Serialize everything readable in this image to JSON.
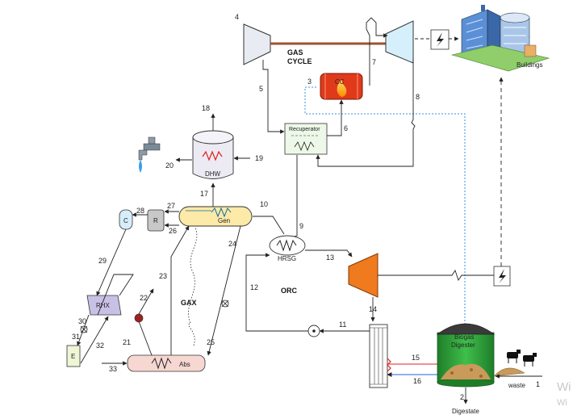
{
  "components": {
    "gas_cycle": "GAS\nCYCLE",
    "cc": "CC",
    "recuperator": "Recuperator",
    "buildings": "Buildings",
    "dhw": "DHW",
    "gen": "Gen",
    "c": "C",
    "r": "R",
    "rhx": "RHX",
    "e": "E",
    "abs": "Abs",
    "gax": "GAX",
    "hrsg": "HRSG",
    "orc": "ORC",
    "biogas_digester": "Biogas\nDigester",
    "waste": "waste",
    "digestate": "Digestate"
  },
  "streams": [
    "1",
    "2",
    "3",
    "4",
    "5",
    "6",
    "7",
    "8",
    "9",
    "10",
    "11",
    "12",
    "13",
    "14",
    "15",
    "16",
    "17",
    "18",
    "19",
    "20",
    "21",
    "22",
    "23",
    "24",
    "25",
    "26",
    "27",
    "28",
    "29",
    "30",
    "31",
    "32",
    "33"
  ],
  "watermark": "Wi",
  "colors": {
    "compressor_fill": "#e8ebf2",
    "orc_turbine": "#f07a1e",
    "combustion": "#e03a1a",
    "generator_fill": "#fde9a8",
    "absorber_fill": "#f7d7d2",
    "digester_green": "#2fa53a",
    "shaft": "#a0522d",
    "biogas_line": "#3b8fe0",
    "hot_line": "#e02020",
    "cold_line": "#2060e0"
  }
}
